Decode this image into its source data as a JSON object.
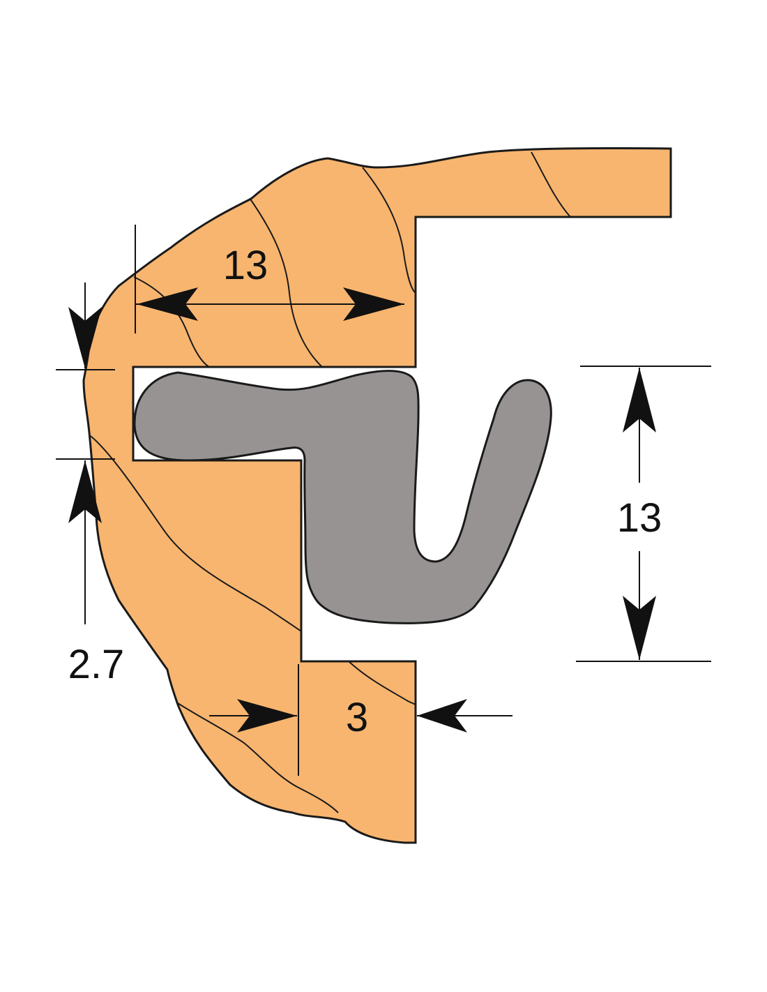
{
  "colors": {
    "wood": "#F8B56F",
    "seal": "#979393",
    "outline": "#1a1a1a",
    "background": "#ffffff"
  },
  "dimensions": {
    "top_width": "13",
    "right_height": "13",
    "left_gap": "2.7",
    "bottom_width": "3"
  }
}
